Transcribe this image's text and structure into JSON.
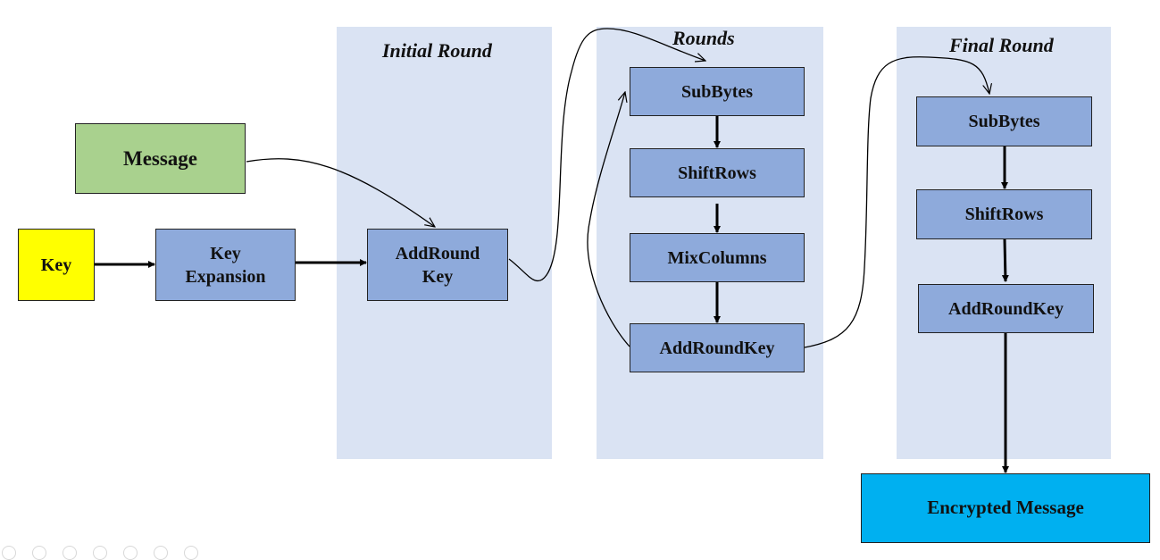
{
  "diagram": {
    "title": "AES Encryption Flow",
    "panels": {
      "initial": {
        "title": "Initial Round"
      },
      "rounds": {
        "title": "Rounds"
      },
      "final": {
        "title": "Final Round"
      }
    },
    "nodes": {
      "message": {
        "label": "Message",
        "color": "#a9d18e"
      },
      "key": {
        "label": "Key",
        "color": "#ffff00"
      },
      "key_expansion": {
        "label_line1": "Key",
        "label_line2": "Expansion",
        "color": "#8eaadb"
      },
      "initial_addroundkey": {
        "label_line1": "AddRound",
        "label_line2": "Key",
        "color": "#8eaadb"
      },
      "rounds_subbytes": {
        "label": "SubBytes"
      },
      "rounds_shiftrows": {
        "label": "ShiftRows"
      },
      "rounds_mixcolumns": {
        "label": "MixColumns"
      },
      "rounds_addroundkey": {
        "label": "AddRoundKey"
      },
      "final_subbytes": {
        "label": "SubBytes"
      },
      "final_shiftrows": {
        "label": "ShiftRows"
      },
      "final_addroundkey": {
        "label": "AddRoundKey"
      },
      "encrypted": {
        "label": "Encrypted Message",
        "color": "#00b0f0"
      }
    },
    "edges": [
      {
        "from": "key",
        "to": "key_expansion"
      },
      {
        "from": "key_expansion",
        "to": "initial_addroundkey"
      },
      {
        "from": "message",
        "to": "initial_addroundkey"
      },
      {
        "from": "initial_addroundkey",
        "to": "rounds_subbytes"
      },
      {
        "from": "rounds_subbytes",
        "to": "rounds_shiftrows"
      },
      {
        "from": "rounds_shiftrows",
        "to": "rounds_mixcolumns"
      },
      {
        "from": "rounds_mixcolumns",
        "to": "rounds_addroundkey"
      },
      {
        "from": "rounds_addroundkey",
        "to": "rounds_subbytes",
        "note": "loop"
      },
      {
        "from": "rounds_addroundkey",
        "to": "final_subbytes"
      },
      {
        "from": "final_subbytes",
        "to": "final_shiftrows"
      },
      {
        "from": "final_shiftrows",
        "to": "final_addroundkey"
      },
      {
        "from": "final_addroundkey",
        "to": "encrypted"
      }
    ],
    "colors": {
      "panel_bg": "#dae3f3",
      "step_box": "#8eaadb"
    }
  }
}
